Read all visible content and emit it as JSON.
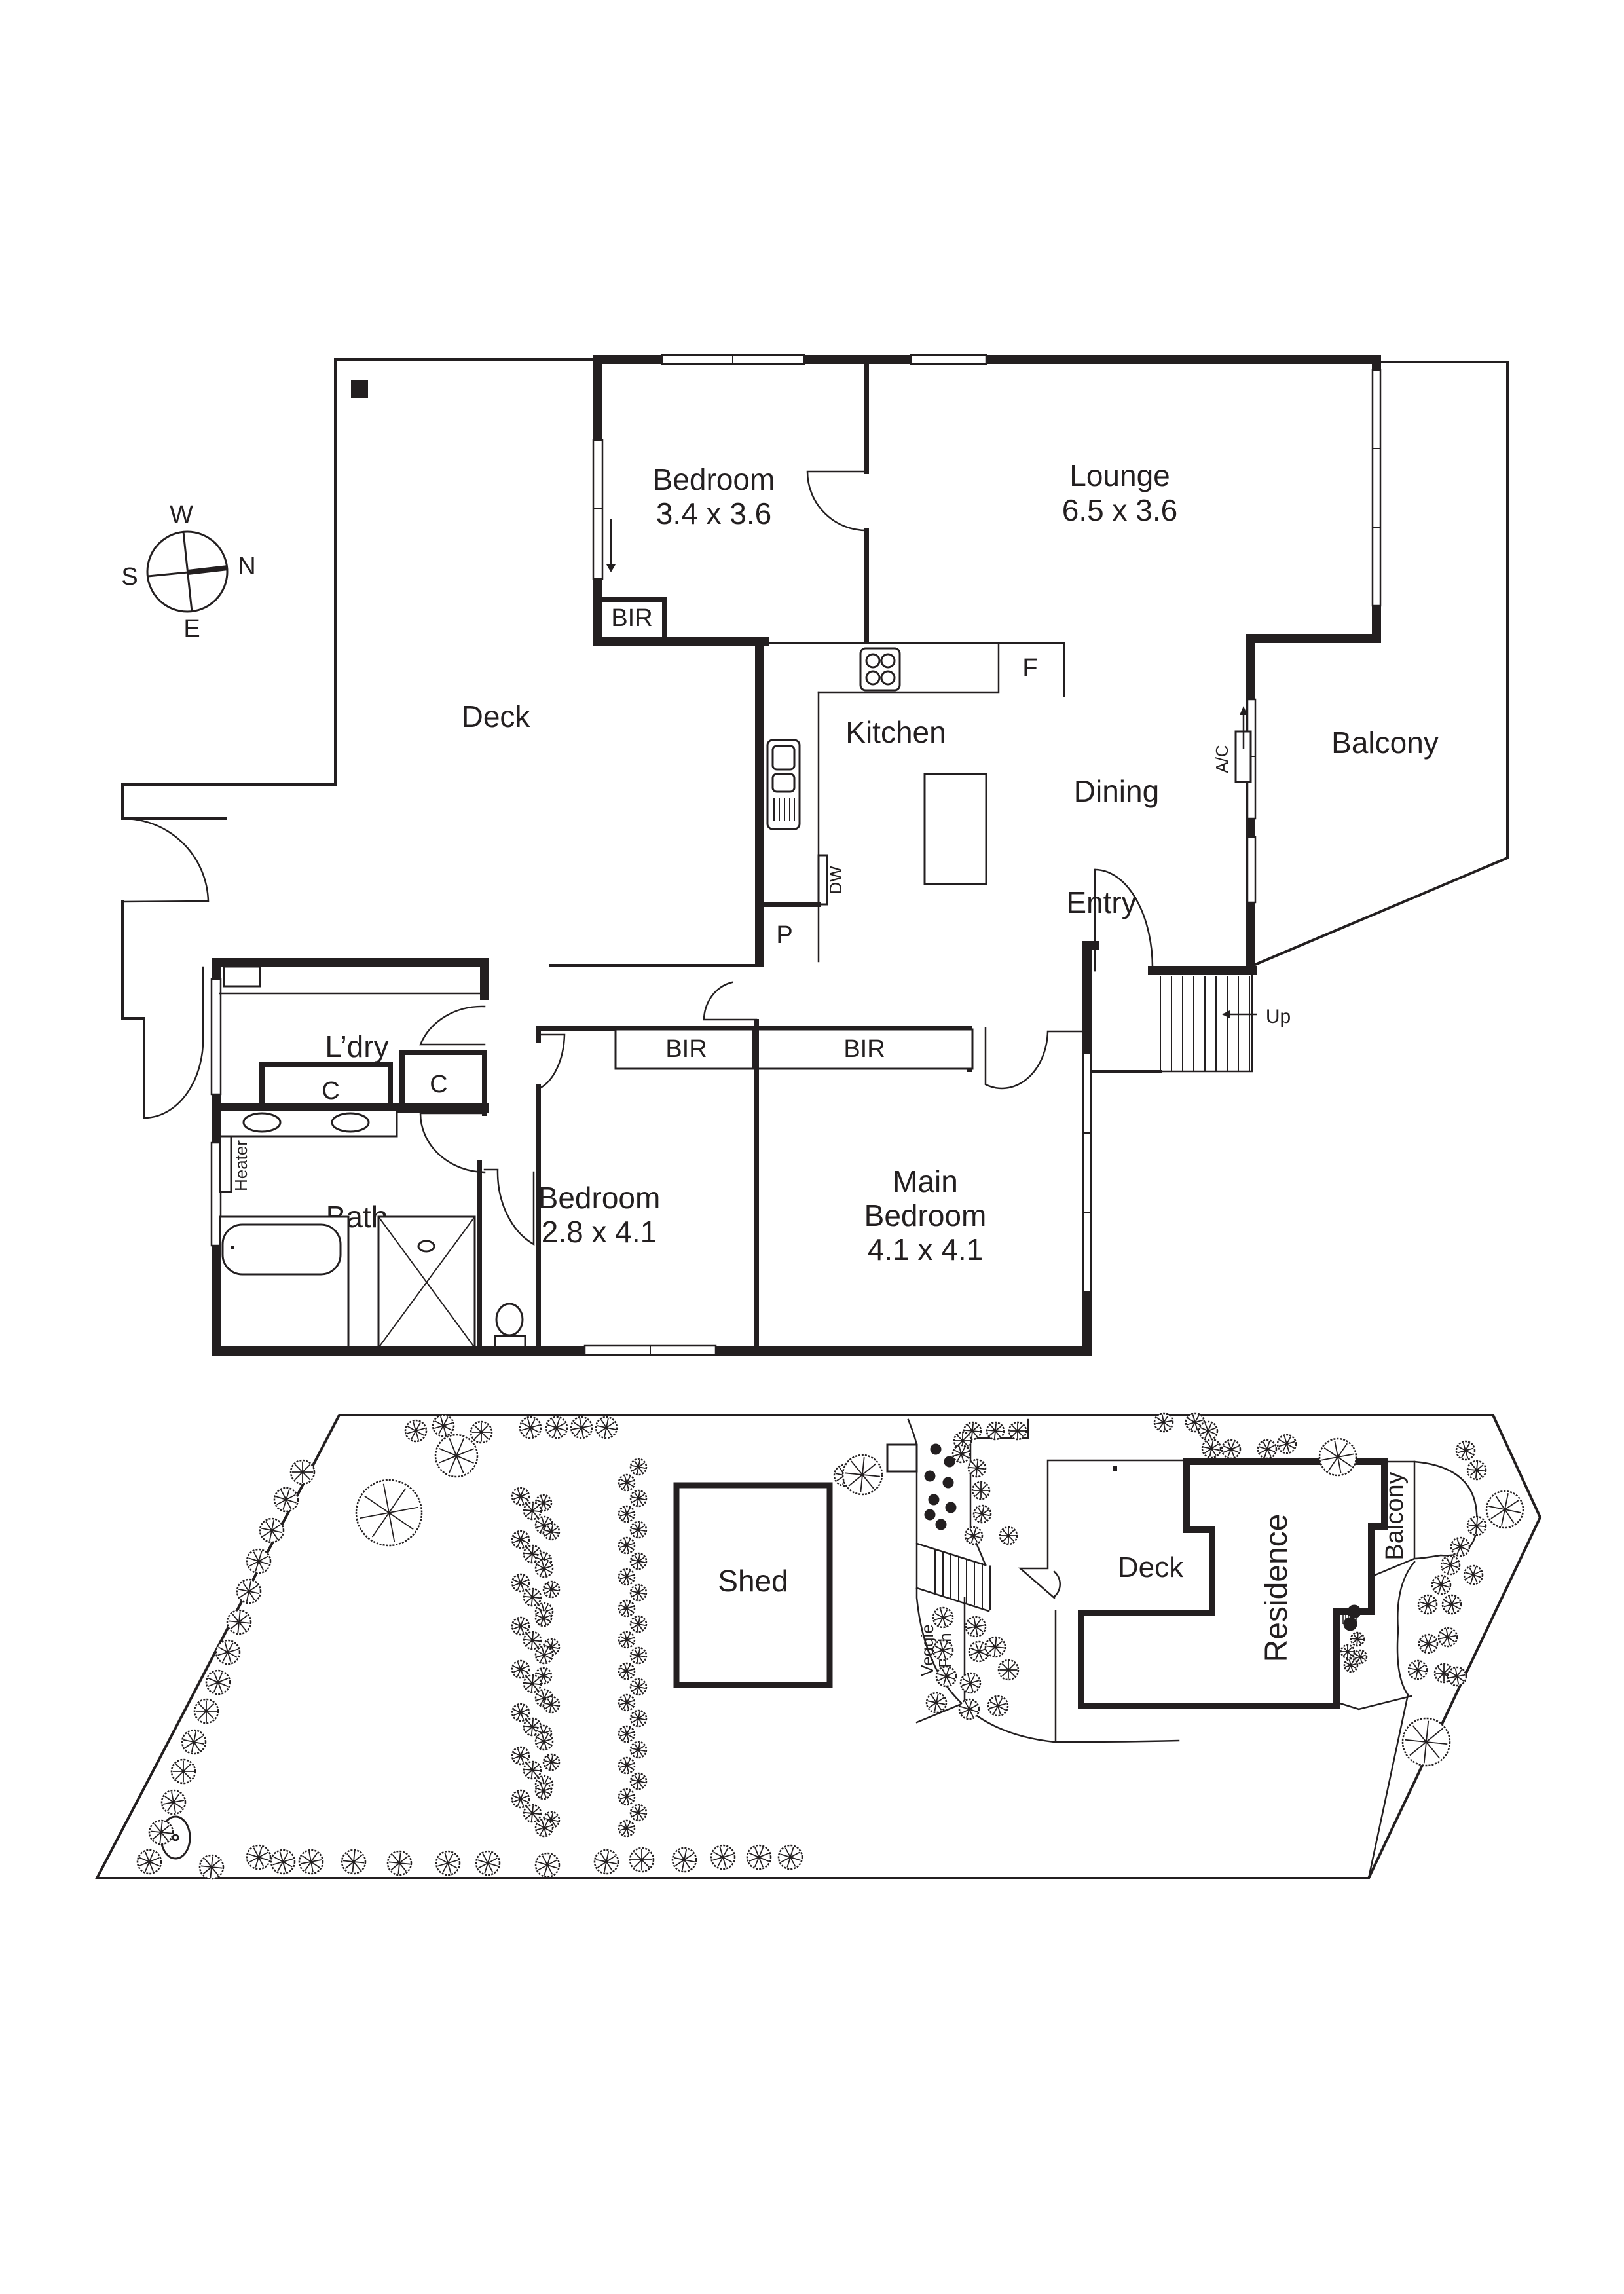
{
  "compass": {
    "north": "N",
    "south": "S",
    "east": "E",
    "west": "W"
  },
  "floor_plan": {
    "rooms": {
      "deck": {
        "name": "Deck"
      },
      "bedroom_top": {
        "name": "Bedroom",
        "size": "3.4 x 3.6"
      },
      "bedroom_top_bir": {
        "name": "BIR"
      },
      "lounge": {
        "name": "Lounge",
        "size": "6.5 x 3.6"
      },
      "kitchen": {
        "name": "Kitchen"
      },
      "fridge": {
        "name": "F"
      },
      "dishwasher": {
        "name": "DW"
      },
      "pantry": {
        "name": "P"
      },
      "dining": {
        "name": "Dining"
      },
      "balcony": {
        "name": "Balcony"
      },
      "aircon": {
        "name": "A/C"
      },
      "entry": {
        "name": "Entry"
      },
      "stairs": {
        "name": "Up"
      },
      "laundry": {
        "name": "L’dry"
      },
      "cupboard_1": {
        "name": "C"
      },
      "cupboard_2": {
        "name": "C"
      },
      "bath": {
        "name": "Bath"
      },
      "heater": {
        "name": "Heater"
      },
      "bedroom_2": {
        "name": "Bedroom",
        "size": "2.8 x 4.1"
      },
      "bedroom_2_bir": {
        "name": "BIR"
      },
      "main_bedroom": {
        "name_line1": "Main",
        "name_line2": "Bedroom",
        "size": "4.1 x 4.1"
      },
      "main_bedroom_bir": {
        "name": "BIR"
      }
    }
  },
  "site_plan": {
    "labels": {
      "shed": "Shed",
      "deck": "Deck",
      "residence": "Residence",
      "balcony": "Balcony",
      "veggie_path_line1": "Veggie",
      "veggie_path_line2": "Path"
    }
  }
}
